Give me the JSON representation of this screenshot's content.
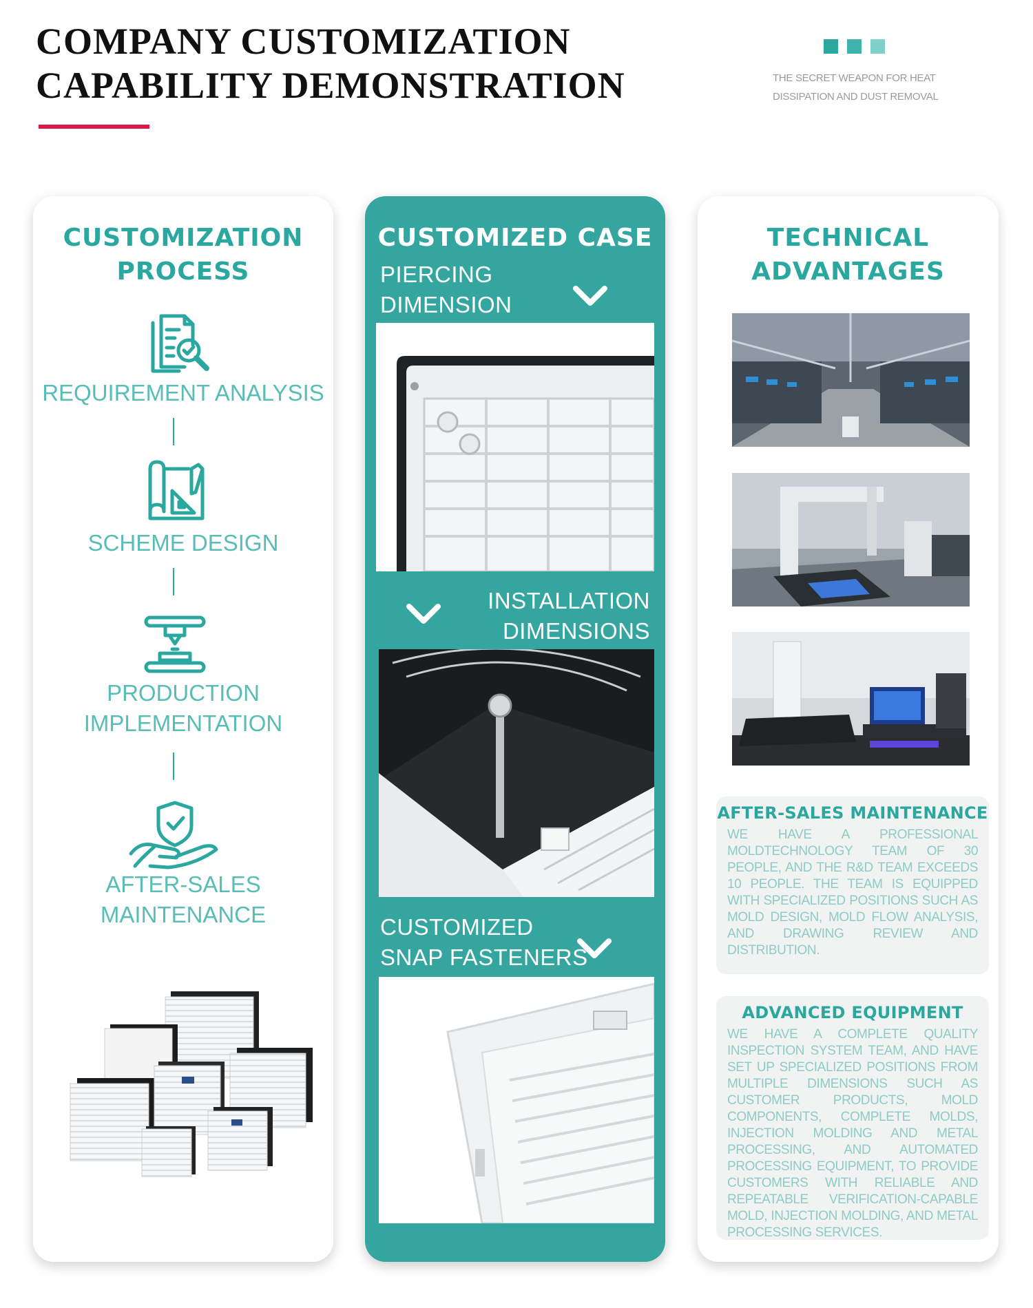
{
  "header": {
    "title_line1": "COMPANY CUSTOMIZATION",
    "title_line2": "CAPABILITY DEMONSTRATION",
    "tagline_line1": "THE SECRET WEAPON FOR HEAT",
    "tagline_line2": "DISSIPATION AND DUST REMOVAL",
    "accent_color": "#e0184a",
    "brand_color": "#2aa79f"
  },
  "process": {
    "title_line1": "CUSTOMIZATION",
    "title_line2": "PROCESS",
    "steps": [
      {
        "icon": "document-search-icon",
        "line1": "REQUIREMENT ANALYSIS",
        "line2": ""
      },
      {
        "icon": "blueprint-design-icon",
        "line1": "SCHEME DESIGN",
        "line2": ""
      },
      {
        "icon": "3d-printer-icon",
        "line1": "PRODUCTION",
        "line2": "IMPLEMENTATION"
      },
      {
        "icon": "shield-hand-icon",
        "line1": "AFTER-SALES",
        "line2": "MAINTENANCE"
      }
    ]
  },
  "cases": {
    "title": "CUSTOMIZED CASE",
    "items": [
      {
        "line1": "PIERCING",
        "line2": "DIMENSION"
      },
      {
        "line1": "INSTALLATION",
        "line2": "DIMENSIONS"
      },
      {
        "line1": "CUSTOMIZED",
        "line2": "SNAP FASTENERS"
      }
    ]
  },
  "tech": {
    "title_line1": "TECHNICAL",
    "title_line2": "ADVANTAGES",
    "boxes": [
      {
        "title": "AFTER-SALES MAINTENANCE",
        "text": "WE HAVE A PROFESSIONAL MOLDTECHNOLOGY TEAM OF 30 PEOPLE, AND THE R&D TEAM EXCEEDS 10 PEOPLE. THE TEAM IS EQUIPPED WITH SPECIALIZED POSITIONS SUCH AS MOLD DESIGN, MOLD FLOW ANALYSIS, AND DRAWING REVIEW AND DISTRIBUTION."
      },
      {
        "title": "ADVANCED EQUIPMENT",
        "text": "WE HAVE A COMPLETE QUALITY INSPECTION SYSTEM TEAM, AND HAVE SET UP SPECIALIZED POSITIONS FROM MULTIPLE DIMENSIONS SUCH AS CUSTOMER PRODUCTS, MOLD COMPONENTS, COMPLETE MOLDS, INJECTION MOLDING AND METAL PROCESSING, AND AUTOMATED PROCESSING EQUIPMENT, TO PROVIDE CUSTOMERS WITH RELIABLE AND REPEATABLE VERIFICATION-CAPABLE MOLD, INJECTION MOLDING, AND METAL PROCESSING SERVICES."
      }
    ]
  }
}
